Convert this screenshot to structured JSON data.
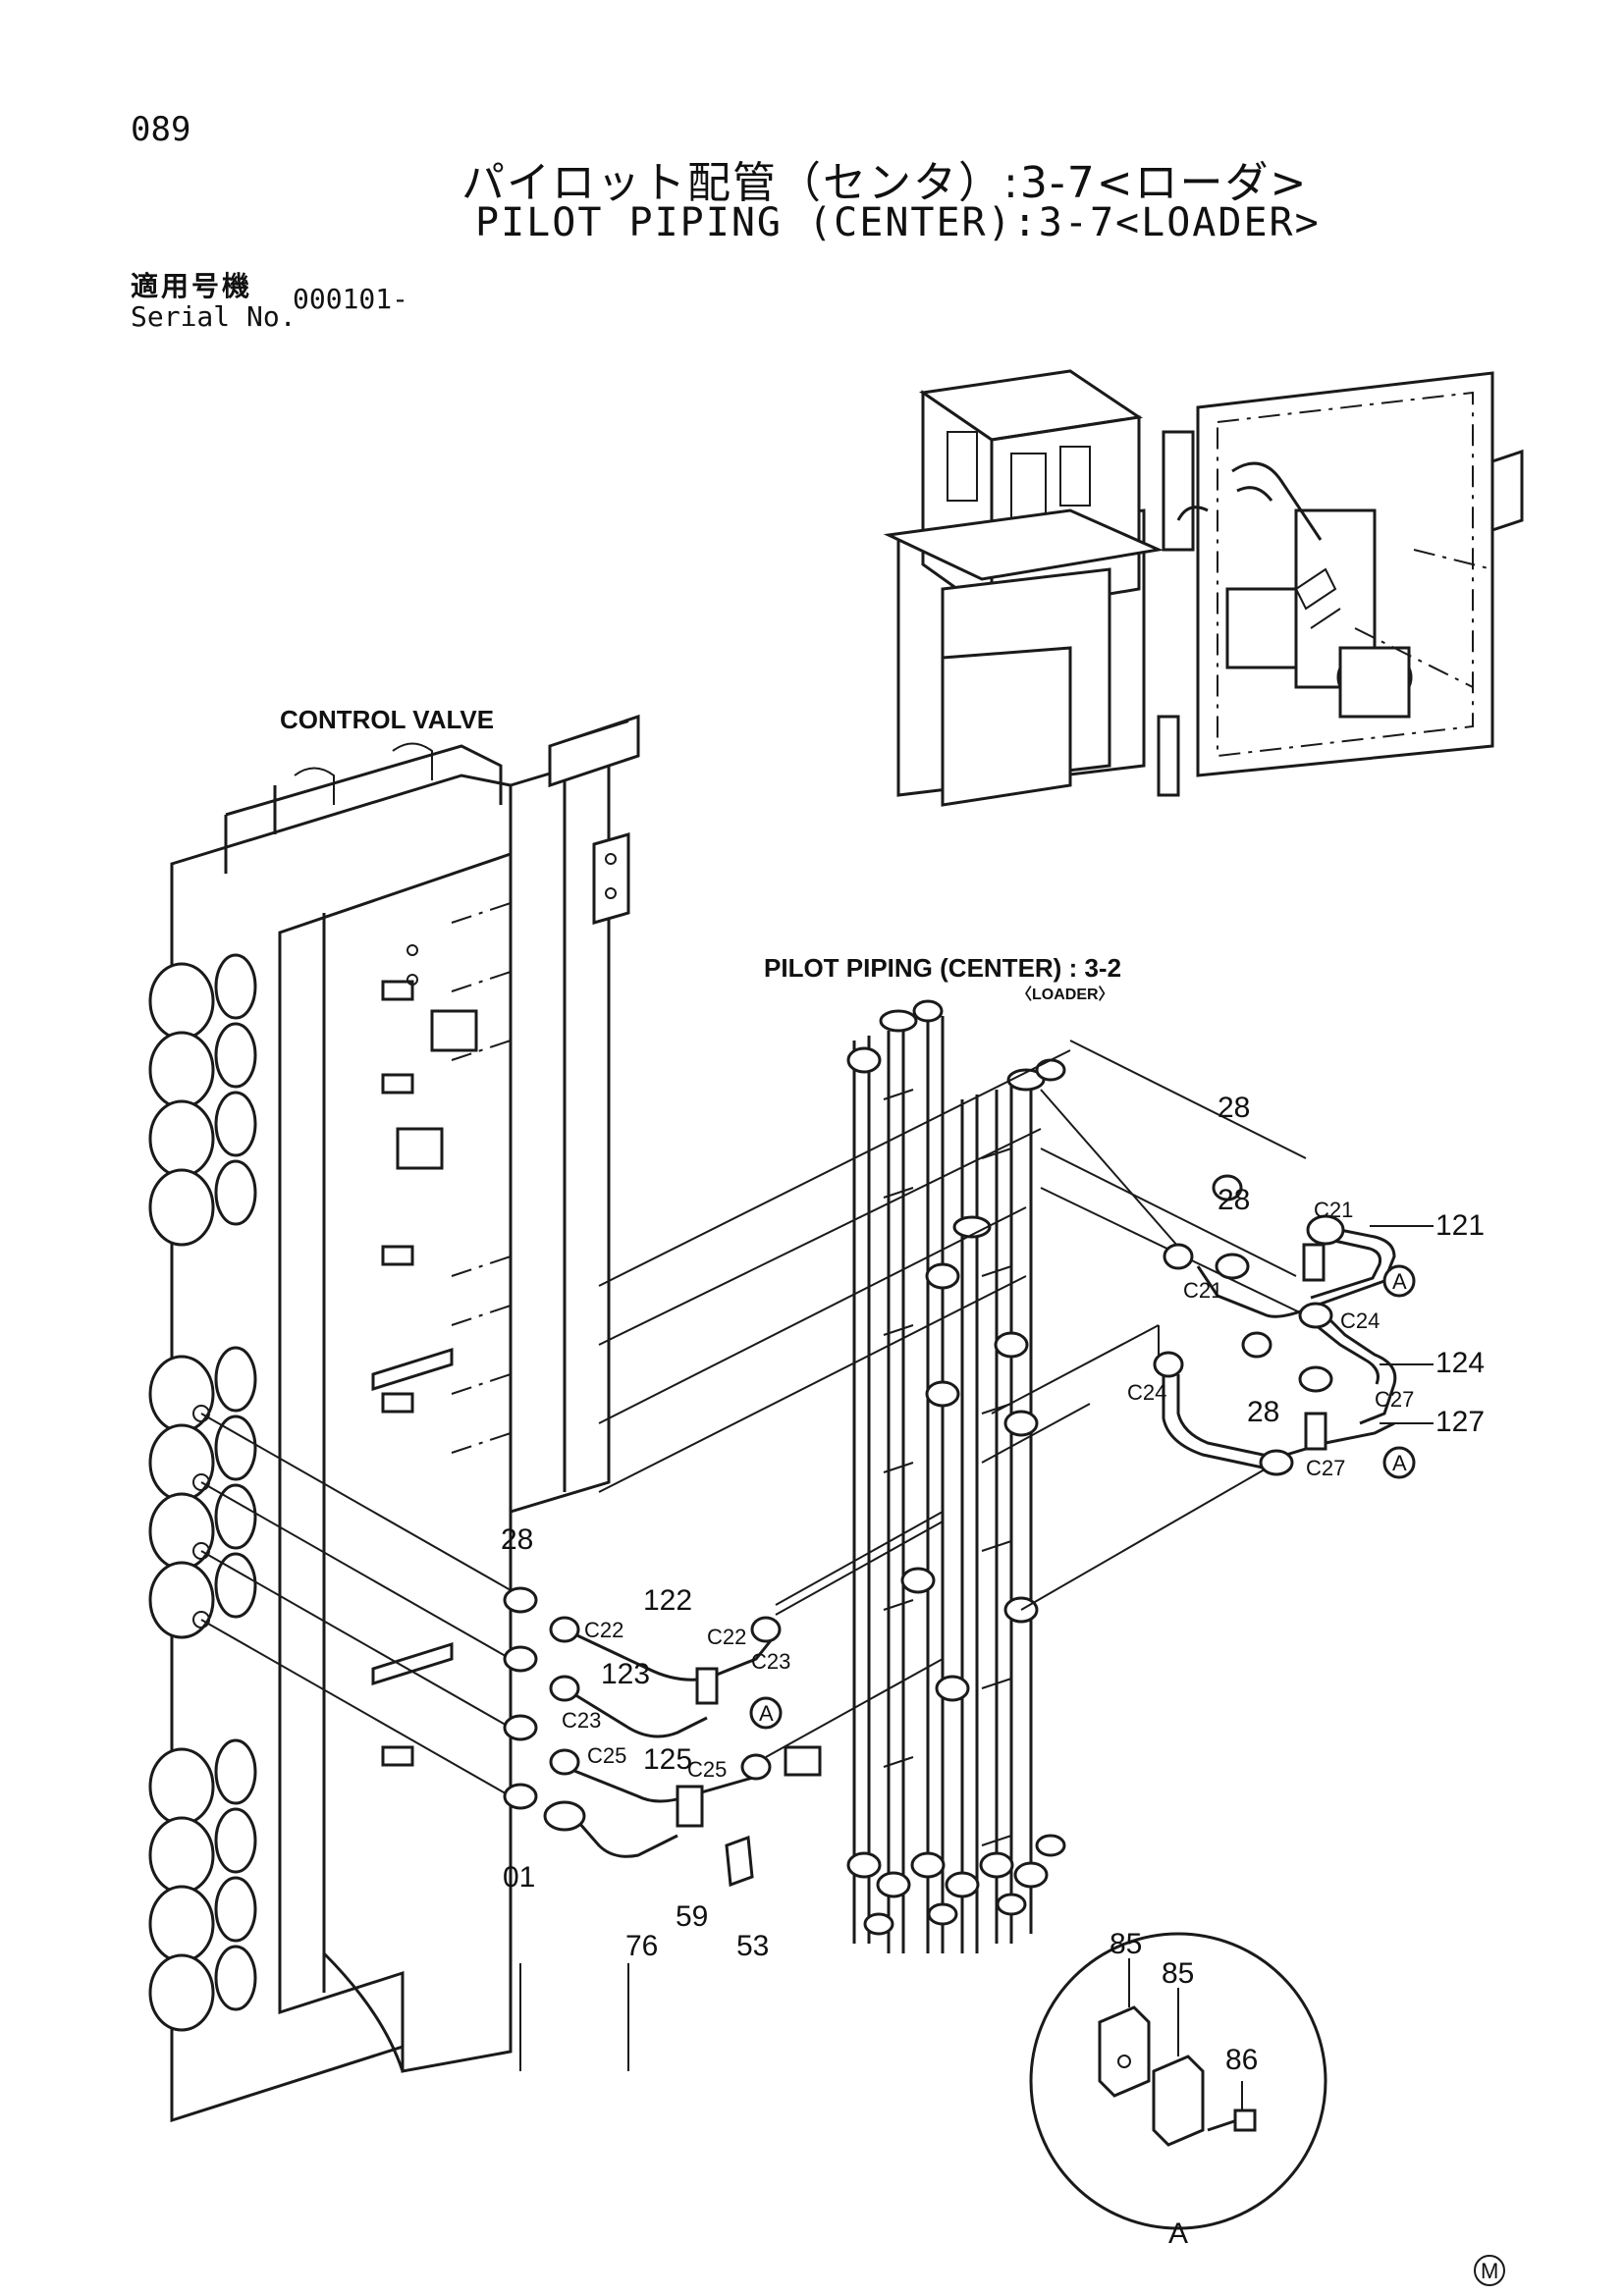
{
  "page_number": "089",
  "title_ja": "パイロット配管（センタ）:3-7<ローダ>",
  "title_en": "PILOT PIPING (CENTER):3-7<LOADER>",
  "serial": {
    "label_ja": "適用号機",
    "label_en": "Serial No.",
    "value": "000101-"
  },
  "labels": {
    "control_valve": "CONTROL VALVE",
    "pilot_piping_ref": "PILOT PIPING (CENTER) : 3-2",
    "pilot_piping_ref_sub": "〈LOADER〉",
    "detail": "A"
  },
  "callouts": {
    "p28a": "28",
    "p28b": "28",
    "p28c": "28",
    "p28d": "28",
    "p121": "121",
    "p124": "124",
    "p127": "127",
    "p122": "122",
    "p123": "123",
    "p125": "125",
    "p01": "01",
    "p76": "76",
    "p59": "59",
    "p53": "53",
    "p85a": "85",
    "p85b": "85",
    "p86": "86",
    "c21a": "C21",
    "c21b": "C21",
    "c24a": "C24",
    "c24b": "C24",
    "c27a": "C27",
    "c27b": "C27",
    "c22a": "C22",
    "c22b": "C22",
    "c23a": "C23",
    "c23b": "C23",
    "c25a": "C25",
    "c25b": "C25",
    "markA1": "A",
    "markA2": "A",
    "markA3": "A"
  },
  "corner_mark": "M"
}
